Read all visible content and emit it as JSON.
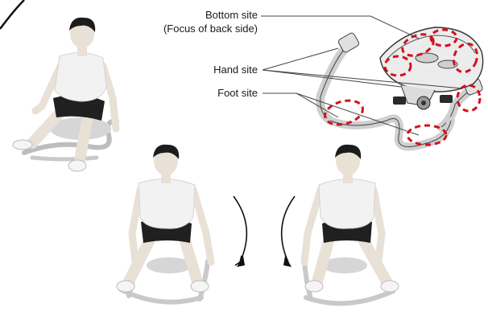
{
  "labels": {
    "bottom_site_line1": "Bottom site",
    "bottom_site_line2": "(Focus of back side)",
    "hand_site": "Hand site",
    "foot_site": "Foot site"
  },
  "figures": [
    {
      "pose": "seated-leaning-back"
    },
    {
      "pose": "rocking-right",
      "arrow": "clockwise"
    },
    {
      "pose": "rocking-left",
      "arrow": "counterclockwise"
    }
  ],
  "colors": {
    "highlight": "#d4101e",
    "shirt": "#f2f2f2",
    "shorts": "#202020",
    "skin": "#e9e0d6",
    "hair": "#1c1c1c",
    "device": "#d9d9d9",
    "device_dark": "#2a2a2a"
  }
}
